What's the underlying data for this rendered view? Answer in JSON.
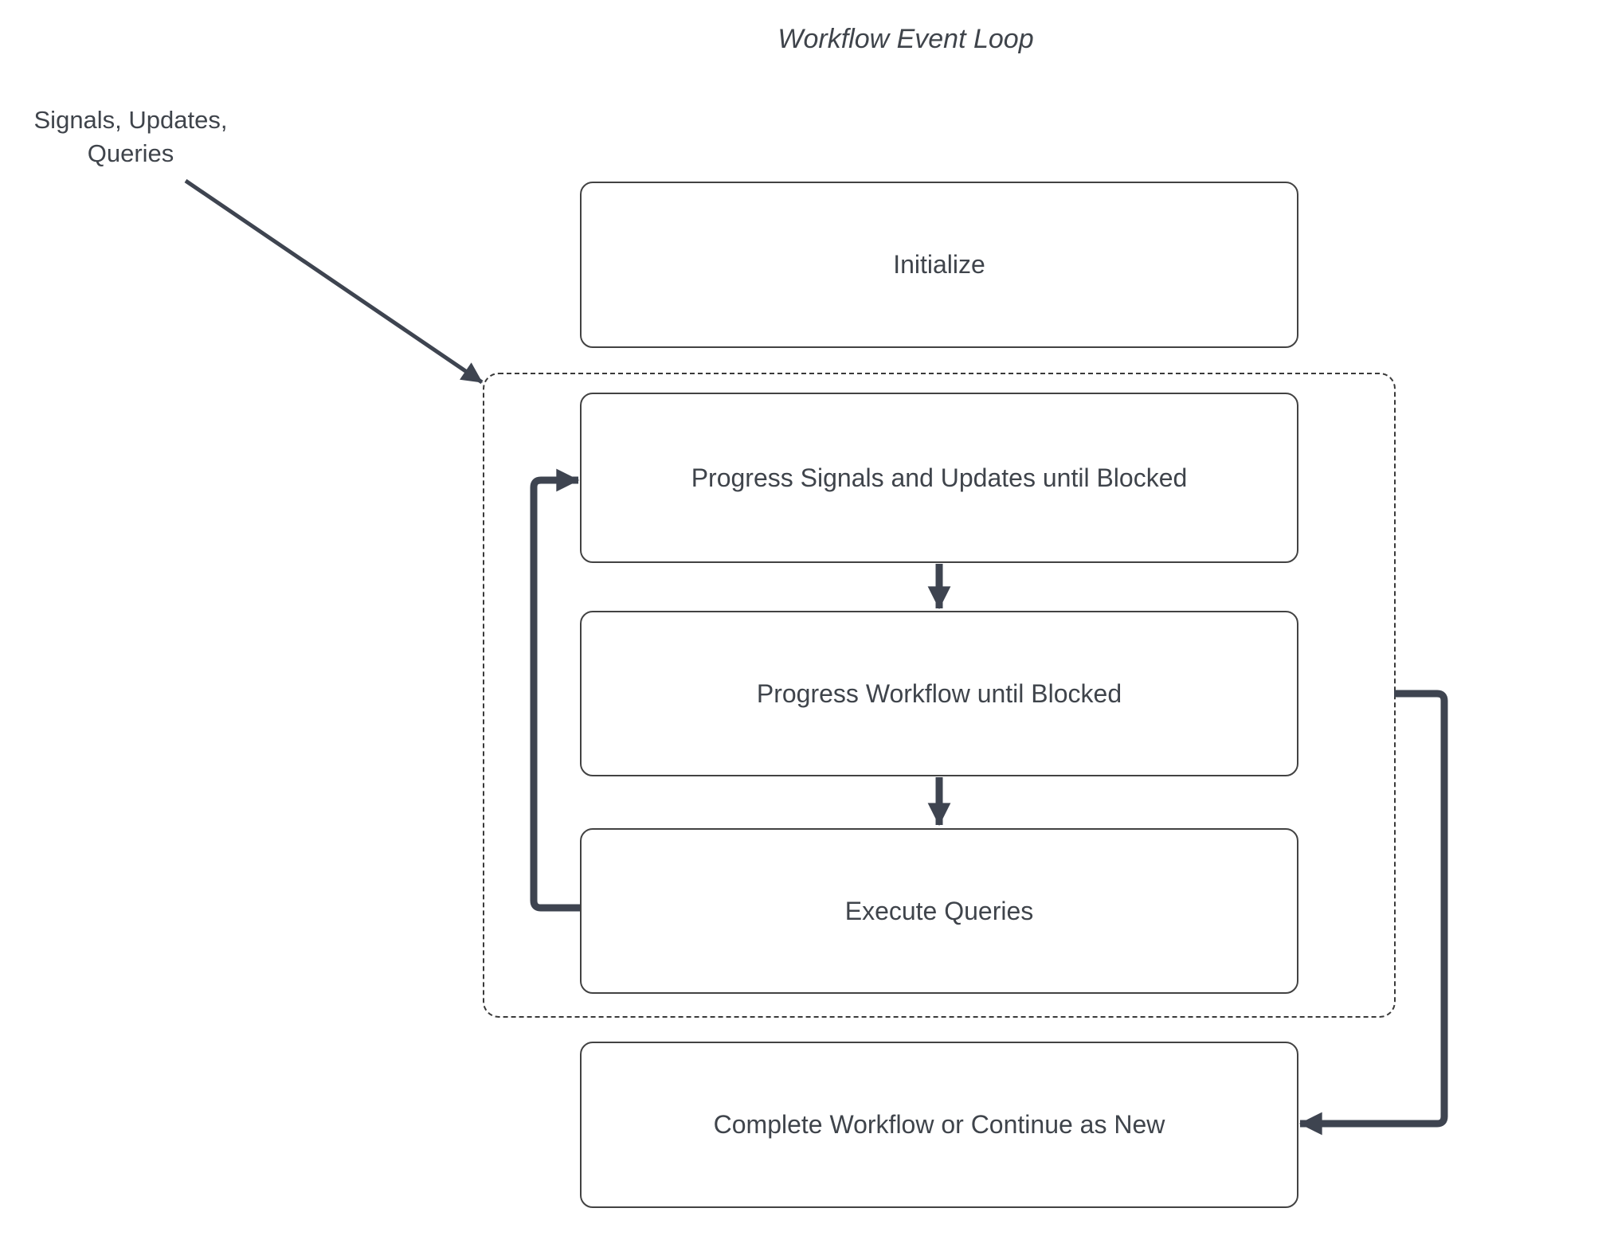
{
  "title": "Workflow Event Loop",
  "annotation": {
    "line1": "Signals, Updates,",
    "line2": "Queries"
  },
  "nodes": {
    "initialize": {
      "label": "Initialize"
    },
    "progress_signals": {
      "label": "Progress Signals and Updates until Blocked"
    },
    "progress_workflow": {
      "label": "Progress Workflow until Blocked"
    },
    "execute_queries": {
      "label": "Execute Queries"
    },
    "complete_workflow": {
      "label": "Complete Workflow or Continue as New"
    }
  },
  "colors": {
    "background": "#FFFFFF",
    "text": "#3F444B",
    "box_border": "#424242",
    "dashed_border": "#3A3A3A",
    "arrow": "#3E4450"
  }
}
